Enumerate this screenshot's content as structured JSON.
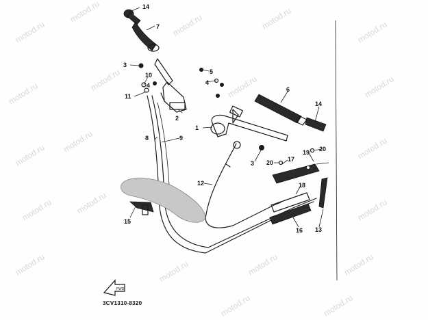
{
  "watermark": "motod.ru",
  "diagram_code": "3CV1310-8320",
  "callouts": {
    "c1": "1",
    "c2": "2",
    "c3a": "3",
    "c3b": "3",
    "c4": "4",
    "c5": "5",
    "c6": "6",
    "c7": "7",
    "c8": "8",
    "c9": "9",
    "c10": "10",
    "c11": "11",
    "c12": "12",
    "c13": "13",
    "c14a": "14",
    "c14b": "14",
    "c15": "15",
    "c16": "16",
    "c17": "17",
    "c18": "18",
    "c19": "19",
    "c20a": "20",
    "c20b": "20"
  }
}
